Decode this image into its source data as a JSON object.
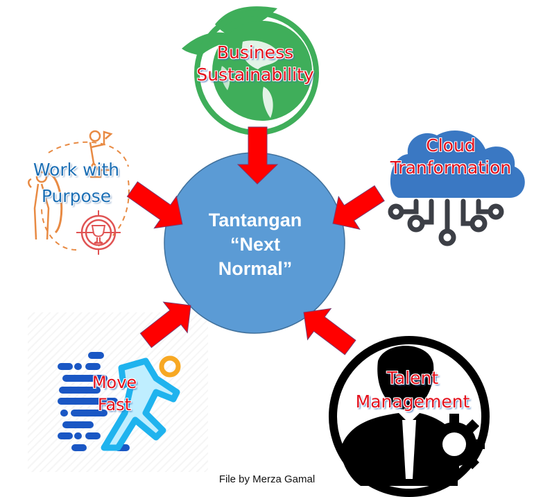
{
  "center": {
    "line1": "Tantangan",
    "line2": "“Next",
    "line3": "Normal”",
    "fill_color": "#5b9bd5"
  },
  "nodes": [
    {
      "id": "business-sustainability",
      "line1": "Business",
      "line2": "Sustainability",
      "icon": "globe-leaf-icon",
      "text_color": "#e3101c"
    },
    {
      "id": "cloud-transformation",
      "line1": "Cloud",
      "line2": "Tranformation",
      "icon": "cloud-circuit-icon",
      "text_color": "#e3101c"
    },
    {
      "id": "talent-management",
      "line1": "Talent",
      "line2": "Management",
      "icon": "businessman-gear-icon",
      "text_color": "#e3101c"
    },
    {
      "id": "move-fast",
      "line1": "Move",
      "line2": "Fast",
      "icon": "running-person-icon",
      "text_color": "#e3101c"
    },
    {
      "id": "work-with-purpose",
      "line1": "Work with",
      "line2": "Purpose",
      "icon": "climber-target-trophy-icon",
      "text_color": "#1c6fb5"
    }
  ],
  "arrow_color": "#ff0000",
  "footer": "File by Merza Gamal"
}
